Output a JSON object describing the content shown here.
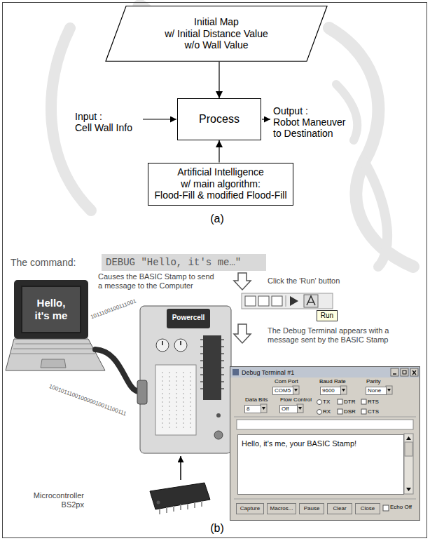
{
  "diagram": {
    "nodes": [
      {
        "text": [
          "Initial Map",
          "w/ Initial Distance Value w/o Wall Value"
        ]
      },
      {
        "text": [
          "Process"
        ]
      },
      {
        "text": [
          "Artificial Intelligence w/ main algorithm:",
          "Flood-Fill & modified Flood-Fill"
        ]
      },
      {
        "text": [
          "DEBUG \"Hello, it's me…\""
        ]
      },
      {
        "text": [
          "Hello, it's me"
        ]
      },
      {
        "text": [
          "Run"
        ]
      },
      {
        "text": [
          "Debug Terminal #1"
        ]
      },
      {
        "text": [
          "COM5"
        ],
        "in": 6
      },
      {
        "text": [
          "9600"
        ],
        "in": 6
      },
      {
        "text": [
          "None"
        ],
        "in": 6
      },
      {
        "text": [
          "8"
        ],
        "in": 6
      },
      {
        "text": [
          "Off"
        ],
        "in": 6
      },
      {
        "text": [
          "Hello, it's me, your BASIC Stamp!"
        ],
        "in": 6
      },
      {
        "text": [
          "Capture"
        ],
        "in": 6
      },
      {
        "text": [
          "Macros..."
        ],
        "in": 6
      },
      {
        "text": [
          "Pause"
        ],
        "in": 6
      },
      {
        "text": [
          "Clear"
        ],
        "in": 6
      },
      {
        "text": [
          "Close"
        ],
        "in": 6
      }
    ],
    "edges": [
      {
        "from": 0,
        "to": 1,
        "arrow": "to"
      },
      {
        "from": 2,
        "to": 1,
        "arrow": "to"
      }
    ],
    "labels": [
      "Input :",
      "Cell Wall Info",
      "Output :",
      "Robot Maneuver to Destination",
      "(a)",
      "The command:",
      "Causes the BASIC Stamp to send a message to the Computer",
      "Click the 'Run' button",
      "The Debug Terminal appears with a message sent by the BASIC Stamp",
      "1011100100111001",
      "100101110010000010011100111",
      "Powercell",
      "Microcontroller BS2px",
      "Com Port",
      "Baud Rate",
      "Parity",
      "Data Bits",
      "Flow Control",
      "TX",
      "DTR",
      "RTS",
      "RX",
      "DSR",
      "CTS",
      "Echo Off",
      "(b)"
    ]
  }
}
